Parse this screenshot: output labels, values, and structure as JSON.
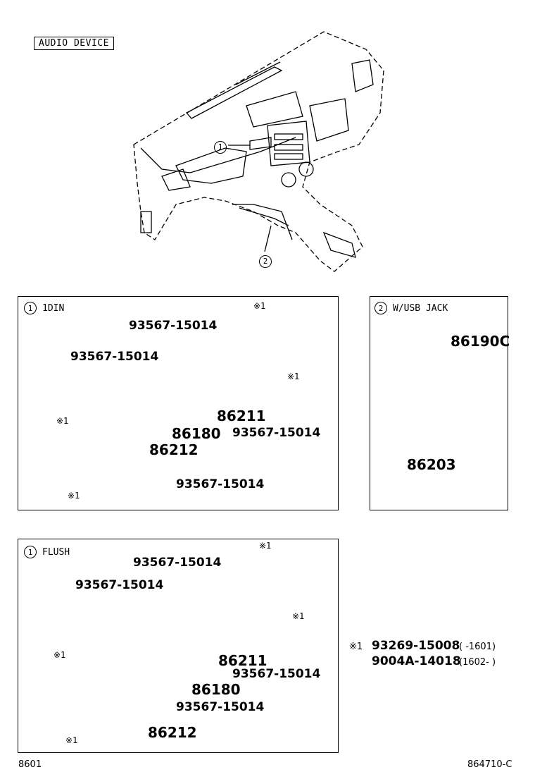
{
  "title": "AUDIO DEVICE",
  "overview": {
    "callout1": "1",
    "callout2": "2"
  },
  "panel_1din": {
    "num": "1",
    "title": "1DIN",
    "parts": {
      "screw_top_a": "93567-15014",
      "screw_top_b": "93567-15014",
      "bracket_right": "86211",
      "screw_right": "93567-15014",
      "radio": "86180",
      "bracket_left": "86212",
      "screw_bottom": "93567-15014"
    },
    "marks": {
      "m1": "※1",
      "m2": "※1",
      "m3": "※1",
      "m4": "※1"
    }
  },
  "panel_usb": {
    "num": "2",
    "title": "W/USB JACK",
    "parts": {
      "jack": "86190C",
      "harness": "86203"
    }
  },
  "panel_flush": {
    "num": "1",
    "title": "FLUSH",
    "parts": {
      "screw_top_a": "93567-15014",
      "screw_top_b": "93567-15014",
      "bracket_right": "86211",
      "screw_right": "93567-15014",
      "radio": "86180",
      "screw_bottom": "93567-15014",
      "bracket_left": "86212"
    },
    "marks": {
      "m1": "※1",
      "m2": "※1",
      "m3": "※1",
      "m4": "※1"
    }
  },
  "footnote": {
    "mark": "※1",
    "row1_part": "93269-15008",
    "row1_range": "(      -1601)",
    "row2_part": "9004A-14018",
    "row2_range": "(1602-      )"
  },
  "footer": {
    "left": "8601",
    "right": "864710-C"
  }
}
